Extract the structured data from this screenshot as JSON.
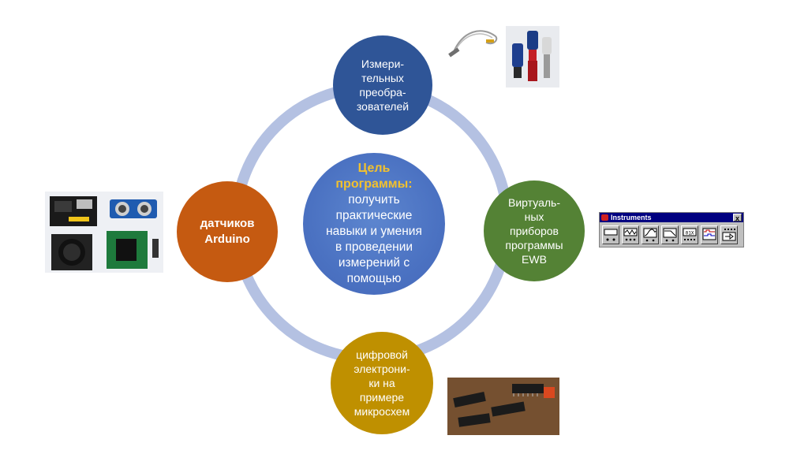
{
  "center": {
    "heading_line1": "Цель",
    "heading_line2": "программы:",
    "body_lines": [
      "получить",
      "практические",
      "навыки и умения",
      "в проведении",
      "измерений с",
      "помощью"
    ]
  },
  "nodes": {
    "top": {
      "lines": [
        "Измери-",
        "тельных",
        "преобра-",
        "зователей"
      ]
    },
    "left": {
      "lines": [
        "датчиков",
        "Arduino"
      ]
    },
    "right": {
      "lines": [
        "Виртуаль-",
        "ных",
        "приборов",
        "программы",
        "EWB"
      ]
    },
    "bottom": {
      "lines": [
        "цифровой",
        "электрони-",
        "ки на",
        "примере",
        "микросхем"
      ]
    }
  },
  "toolbar": {
    "title": "Instruments",
    "close_label": "x",
    "buttons": [
      "multimeter-icon",
      "function-generator-icon",
      "oscilloscope-icon",
      "bode-plotter-icon",
      "word-generator-icon",
      "logic-analyzer-icon",
      "logic-converter-icon"
    ]
  },
  "colors": {
    "ring": "#b4c1e2",
    "center": "#4b72c2",
    "accent": "#f2c12e",
    "top": "#2f5597",
    "left": "#c55a11",
    "right": "#548235",
    "bottom": "#bf9000"
  }
}
